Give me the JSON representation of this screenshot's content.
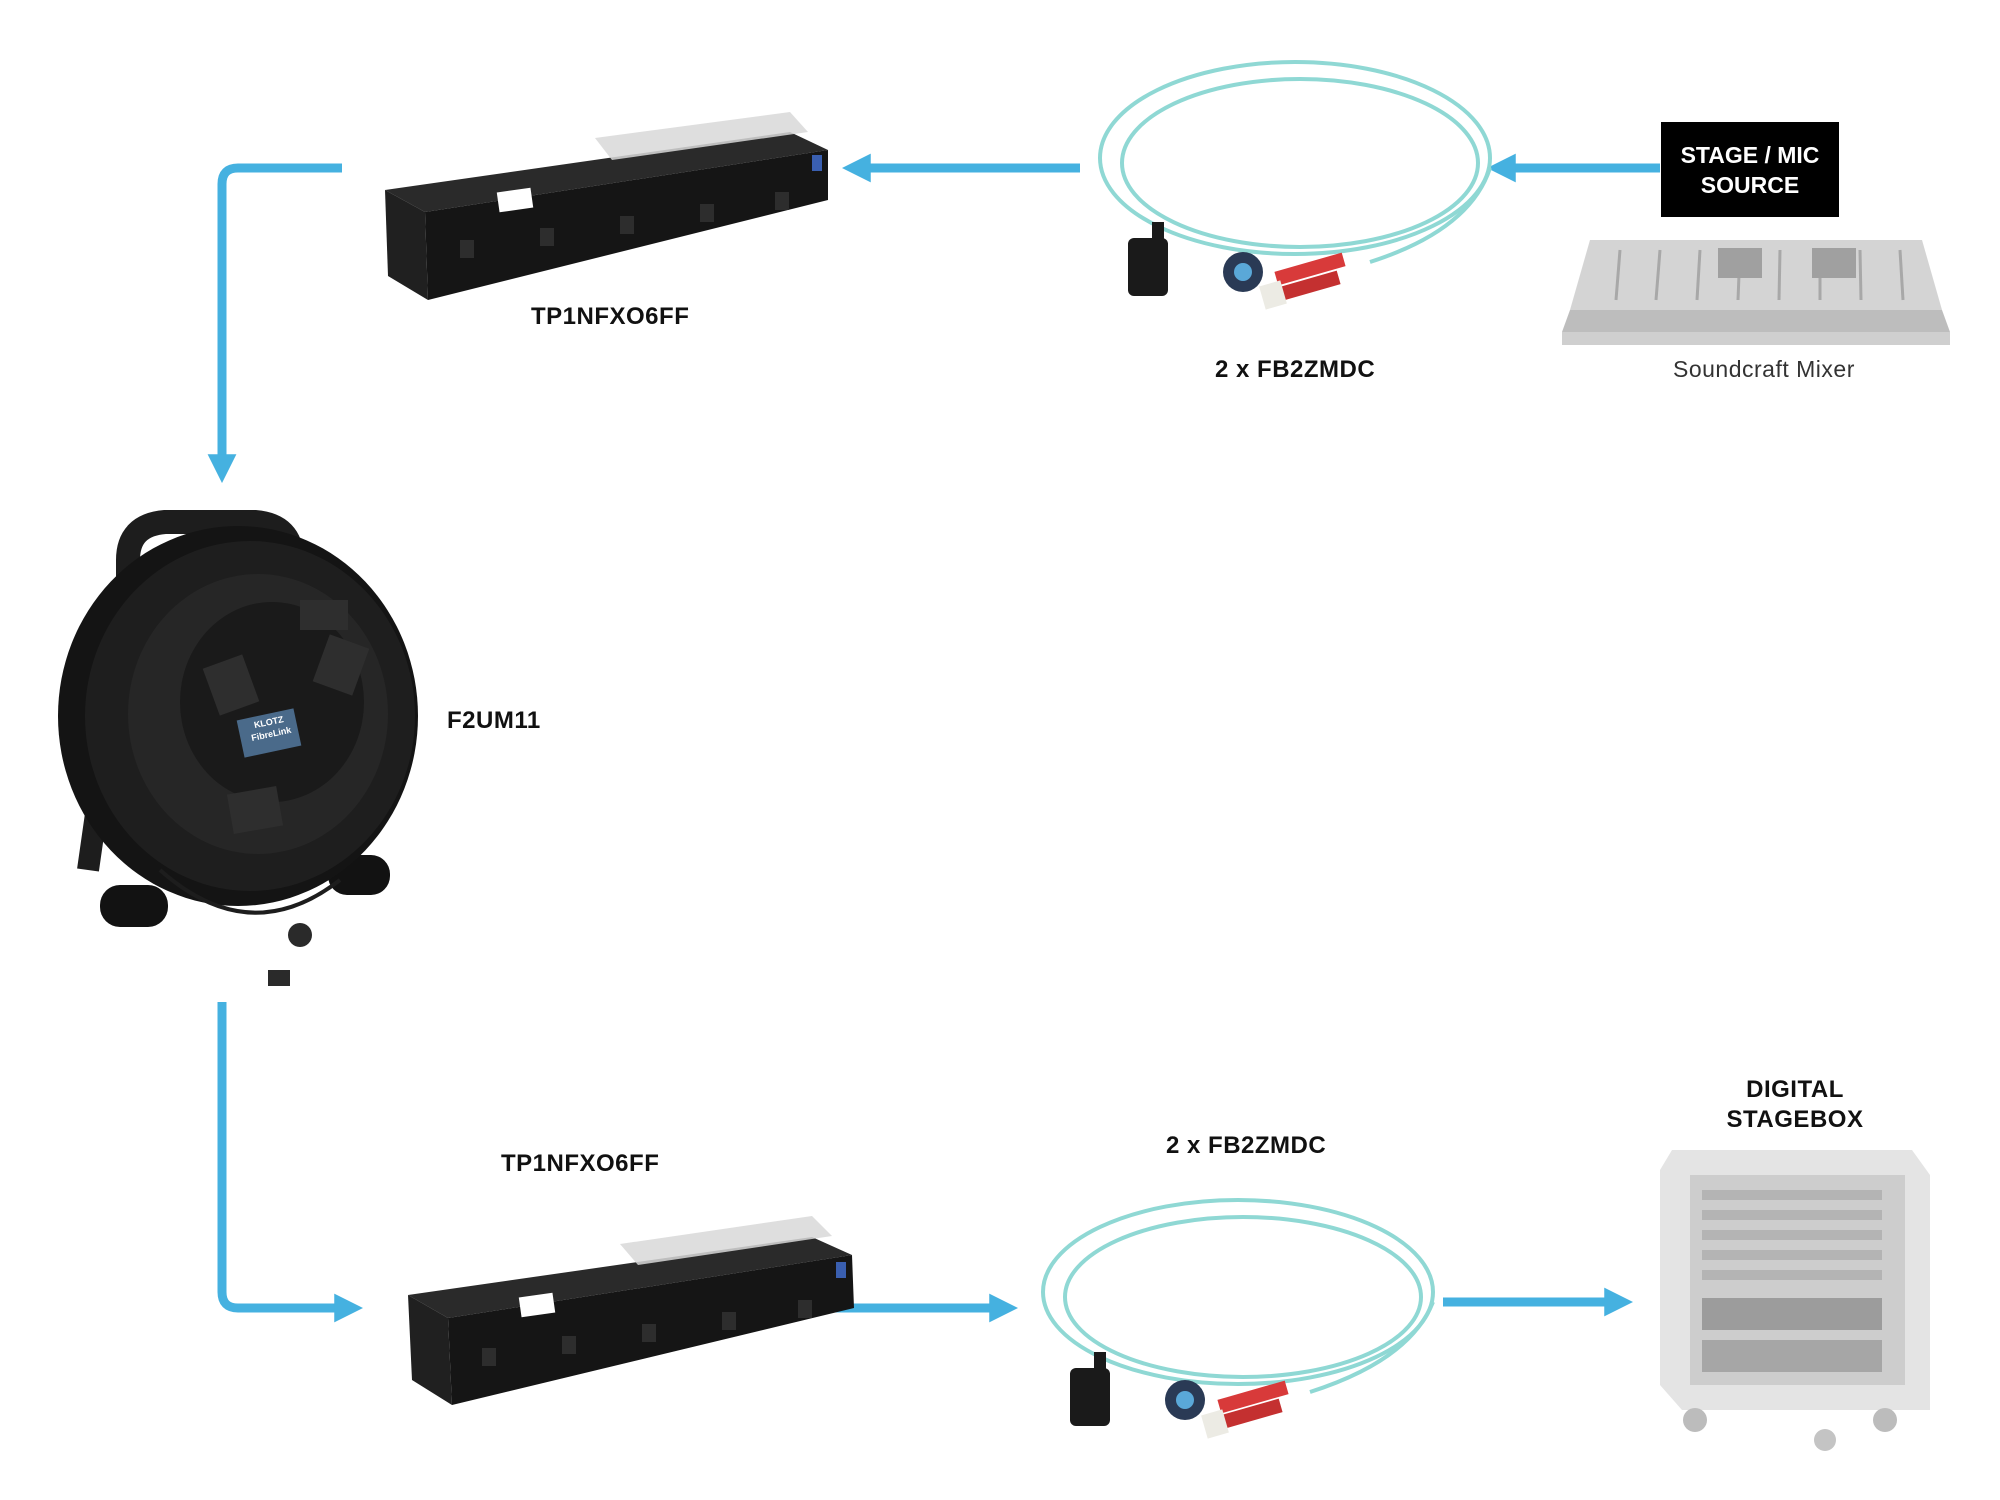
{
  "labels": {
    "rack_top": "TP1NFXO6FF",
    "rack_bottom": "TP1NFXO6FF",
    "cable_top": "2 x  FB2ZMDC",
    "cable_bottom": "2 x  FB2ZMDC",
    "reel": "F2UM11",
    "mixer": "Soundcraft Mixer",
    "source_line1": "STAGE / MIC",
    "source_line2": "SOURCE",
    "stagebox_line1": "DIGITAL",
    "stagebox_line2": "STAGEBOX",
    "reel_badge_brand": "KLOTZ",
    "reel_badge_name": "FibreLink"
  },
  "colors": {
    "arrow": "#45b1e0",
    "fiber": "#8fd8d4",
    "equipment": "#1a1a1a"
  },
  "icons": [
    "rack-panel-icon",
    "fiber-cable-icon",
    "mixer-console-icon",
    "cable-reel-icon",
    "stagebox-rack-icon",
    "flow-arrow-icon"
  ]
}
